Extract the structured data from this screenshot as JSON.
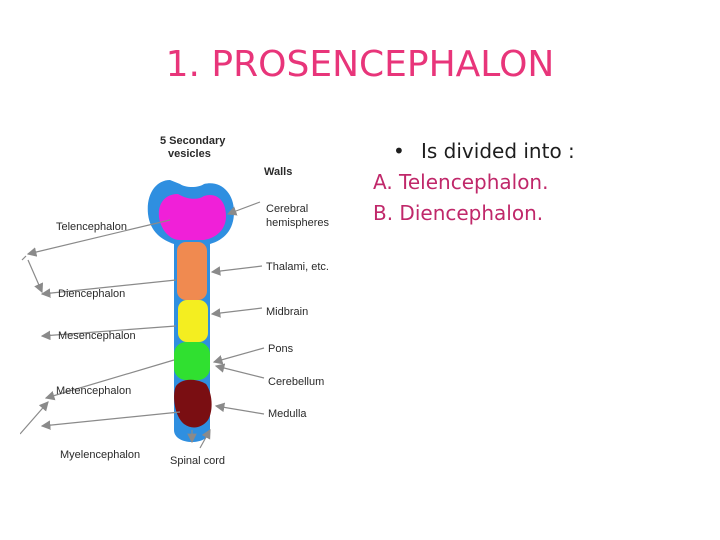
{
  "slide": {
    "title": "1. PROSENCEPHALON",
    "bullet": "Is divided into :",
    "items": [
      "A. Telencephalon.",
      "B.  Diencephalon."
    ]
  },
  "diagram": {
    "heading_line1": "5 Secondary",
    "heading_line2": "vesicles",
    "walls_heading": "Walls",
    "left_labels": [
      "Telencephalon",
      "Diencephalon",
      "Mesencephalon",
      "Metencephalon",
      "Myelencephalon"
    ],
    "right_labels": {
      "cerebral_line1": "Cerebral",
      "cerebral_line2": "hemispheres",
      "thalami": "Thalami, etc.",
      "midbrain": "Midbrain",
      "pons": "Pons",
      "cerebellum": "Cerebellum",
      "medulla": "Medulla",
      "spinal_cord": "Spinal cord"
    },
    "colors": {
      "outline": "#2f8fe0",
      "telencephalon": "#f020d8",
      "diencephalon": "#f08a50",
      "mesencephalon": "#f4ee20",
      "metencephalon": "#30e030",
      "myelencephalon": "#7a0e12",
      "arrow": "#8a8a8a"
    }
  }
}
